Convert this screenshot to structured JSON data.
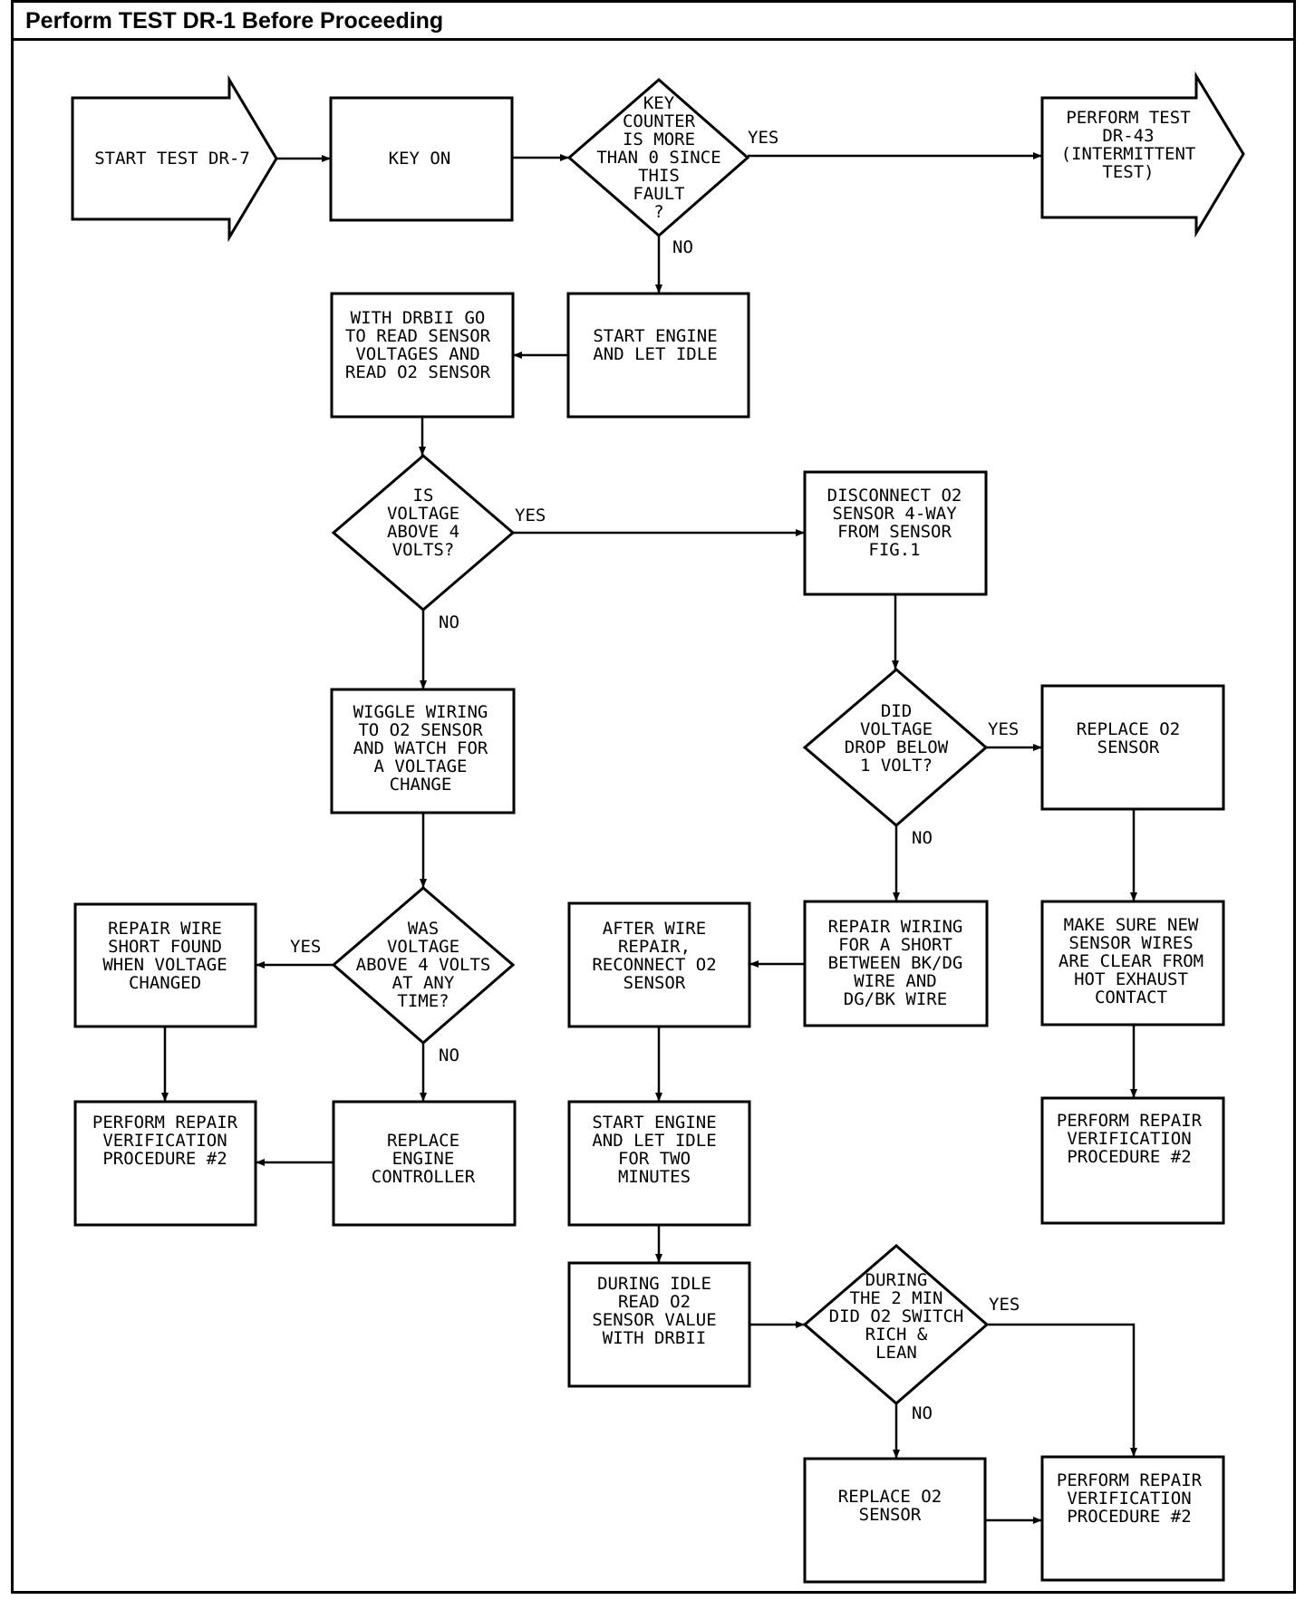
{
  "header": {
    "title": "Perform TEST DR-1 Before Proceeding"
  },
  "nodes": {
    "start": [
      "START TEST DR-7"
    ],
    "key_on": [
      "KEY ON"
    ],
    "d_counter": [
      "KEY",
      "COUNTER",
      "IS MORE",
      "THAN 0 SINCE",
      "THIS",
      "FAULT",
      "?"
    ],
    "perform_dr43": [
      "PERFORM TEST",
      "DR-43",
      "(INTERMITTENT",
      "TEST)"
    ],
    "start_engine_idle": [
      "START ENGINE",
      "AND LET IDLE"
    ],
    "drbii_read": [
      "WITH DRBII GO",
      "TO READ SENSOR",
      "VOLTAGES AND",
      "READ O2 SENSOR"
    ],
    "d_above4": [
      "IS",
      "VOLTAGE",
      "ABOVE 4",
      "VOLTS?"
    ],
    "disconnect": [
      "DISCONNECT O2",
      "SENSOR 4-WAY",
      "FROM SENSOR",
      "FIG.1"
    ],
    "wiggle": [
      "WIGGLE WIRING",
      "TO O2 SENSOR",
      "AND WATCH FOR",
      "A VOLTAGE",
      "CHANGE"
    ],
    "d_drop": [
      "DID",
      "VOLTAGE",
      "DROP BELOW",
      "1 VOLT?"
    ],
    "replace_o2_a": [
      "REPLACE O2",
      "SENSOR"
    ],
    "repair_short": [
      "REPAIR WIRE",
      "SHORT FOUND",
      "WHEN VOLTAGE",
      "CHANGED"
    ],
    "d_was": [
      "WAS",
      "VOLTAGE",
      "ABOVE 4 VOLTS",
      "AT ANY",
      "TIME?"
    ],
    "after_wire": [
      "AFTER WIRE",
      "REPAIR,",
      "RECONNECT O2",
      "SENSOR"
    ],
    "repair_wiring": [
      "REPAIR WIRING",
      "FOR A SHORT",
      "BETWEEN BK/DG",
      "WIRE AND",
      "DG/BK WIRE"
    ],
    "make_sure": [
      "MAKE SURE NEW",
      "SENSOR WIRES",
      "ARE CLEAR FROM",
      "HOT EXHAUST",
      "CONTACT"
    ],
    "verify_left": [
      "PERFORM REPAIR",
      "VERIFICATION",
      "PROCEDURE #2"
    ],
    "replace_ctrl": [
      "REPLACE",
      "ENGINE",
      "CONTROLLER"
    ],
    "start_two_min": [
      "START ENGINE",
      "AND LET IDLE",
      "FOR TWO",
      "MINUTES"
    ],
    "verify_right": [
      "PERFORM REPAIR",
      "VERIFICATION",
      "PROCEDURE #2"
    ],
    "during_idle": [
      "DURING IDLE",
      "READ O2",
      "SENSOR VALUE",
      "WITH DRBII"
    ],
    "d_switch": [
      "DURING",
      "THE 2 MIN",
      "DID O2 SWITCH",
      "RICH &",
      "LEAN"
    ],
    "replace_o2_b": [
      "REPLACE O2",
      "SENSOR"
    ],
    "verify_bottom": [
      "PERFORM REPAIR",
      "VERIFICATION",
      "PROCEDURE #2"
    ]
  },
  "branch_labels": {
    "counter_yes": "YES",
    "counter_no": "NO",
    "above4_yes": "YES",
    "above4_no": "NO",
    "drop_yes": "YES",
    "drop_no": "NO",
    "was_yes": "YES",
    "was_no": "NO",
    "switch_yes": "YES",
    "switch_no": "NO"
  }
}
